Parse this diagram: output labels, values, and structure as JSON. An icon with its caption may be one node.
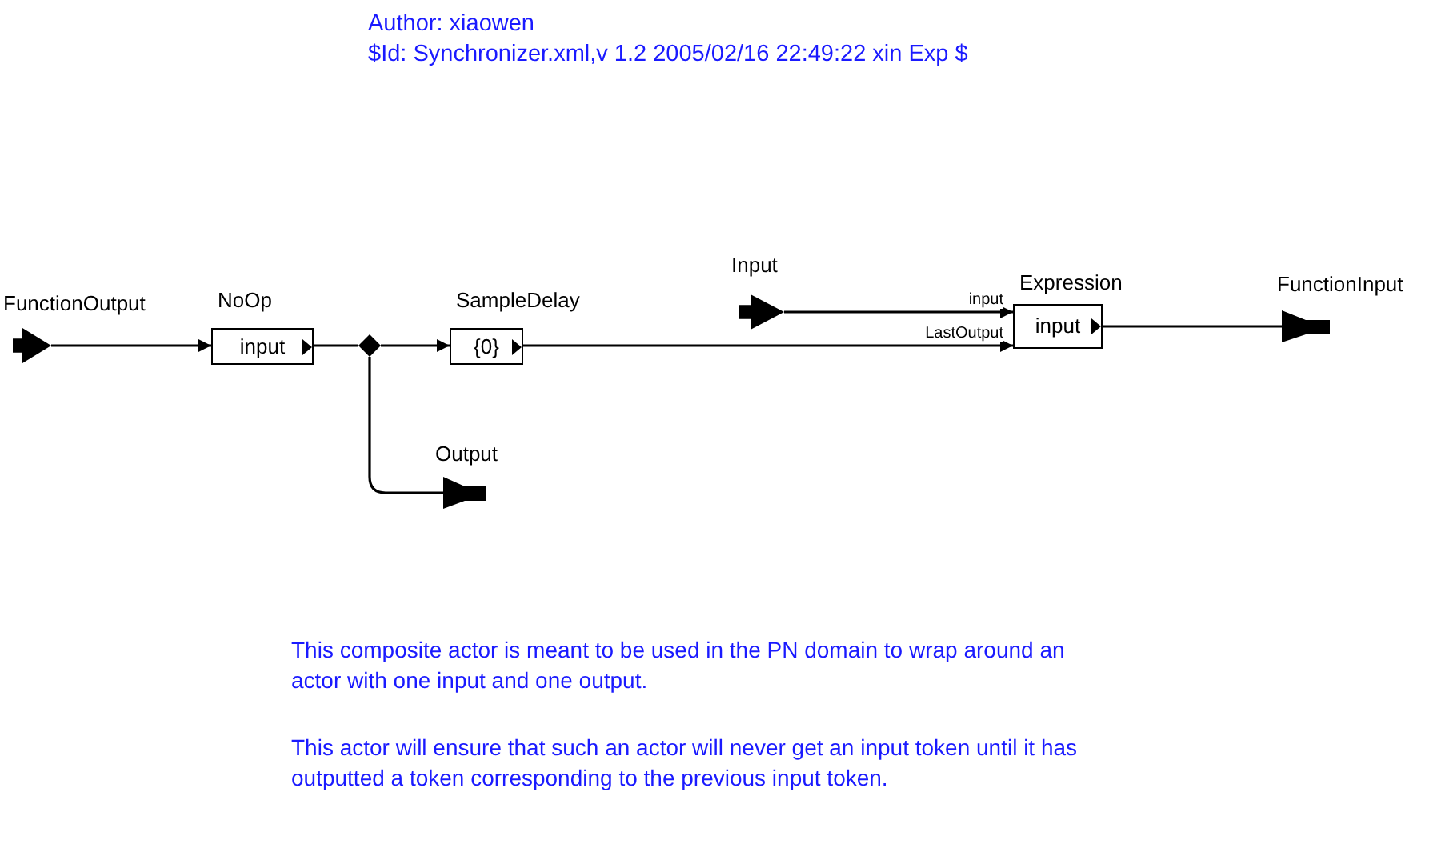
{
  "diagram": {
    "nodes": [
      {
        "text": [
          "FunctionOutput"
        ]
      },
      {
        "text": [
          "NoOp",
          "input"
        ]
      },
      {
        "text": [],
        "shape": "diamond"
      },
      {
        "text": [
          "SampleDelay",
          "{0}"
        ]
      },
      {
        "text": [
          "Output"
        ]
      },
      {
        "text": [
          "Input"
        ]
      },
      {
        "text": [
          "Expression",
          "input"
        ]
      },
      {
        "text": [
          "FunctionInput"
        ]
      }
    ],
    "edges": [
      {
        "from": 0,
        "to": 1,
        "arrow": "to"
      },
      {
        "from": 1,
        "to": 2,
        "arrow": "none"
      },
      {
        "from": 2,
        "to": 3,
        "arrow": "to"
      },
      {
        "from": 2,
        "to": 4,
        "arrow": "none"
      },
      {
        "from": 5,
        "to": 6,
        "arrow": "to",
        "label": "input"
      },
      {
        "from": 3,
        "to": 6,
        "arrow": "to",
        "label": "LastOutput"
      },
      {
        "from": 6,
        "to": 7,
        "arrow": "none"
      }
    ],
    "labels": [
      "Author: xiaowen",
      "$Id: Synchronizer.xml,v 1.2 2005/02/16 22:49:22 xin Exp $",
      "This composite actor is meant to be used in the PN domain to wrap around an actor with one input and one output.",
      "This actor will ensure that such an actor will never get an input token until it has outputted a token corresponding to the previous input token."
    ]
  }
}
